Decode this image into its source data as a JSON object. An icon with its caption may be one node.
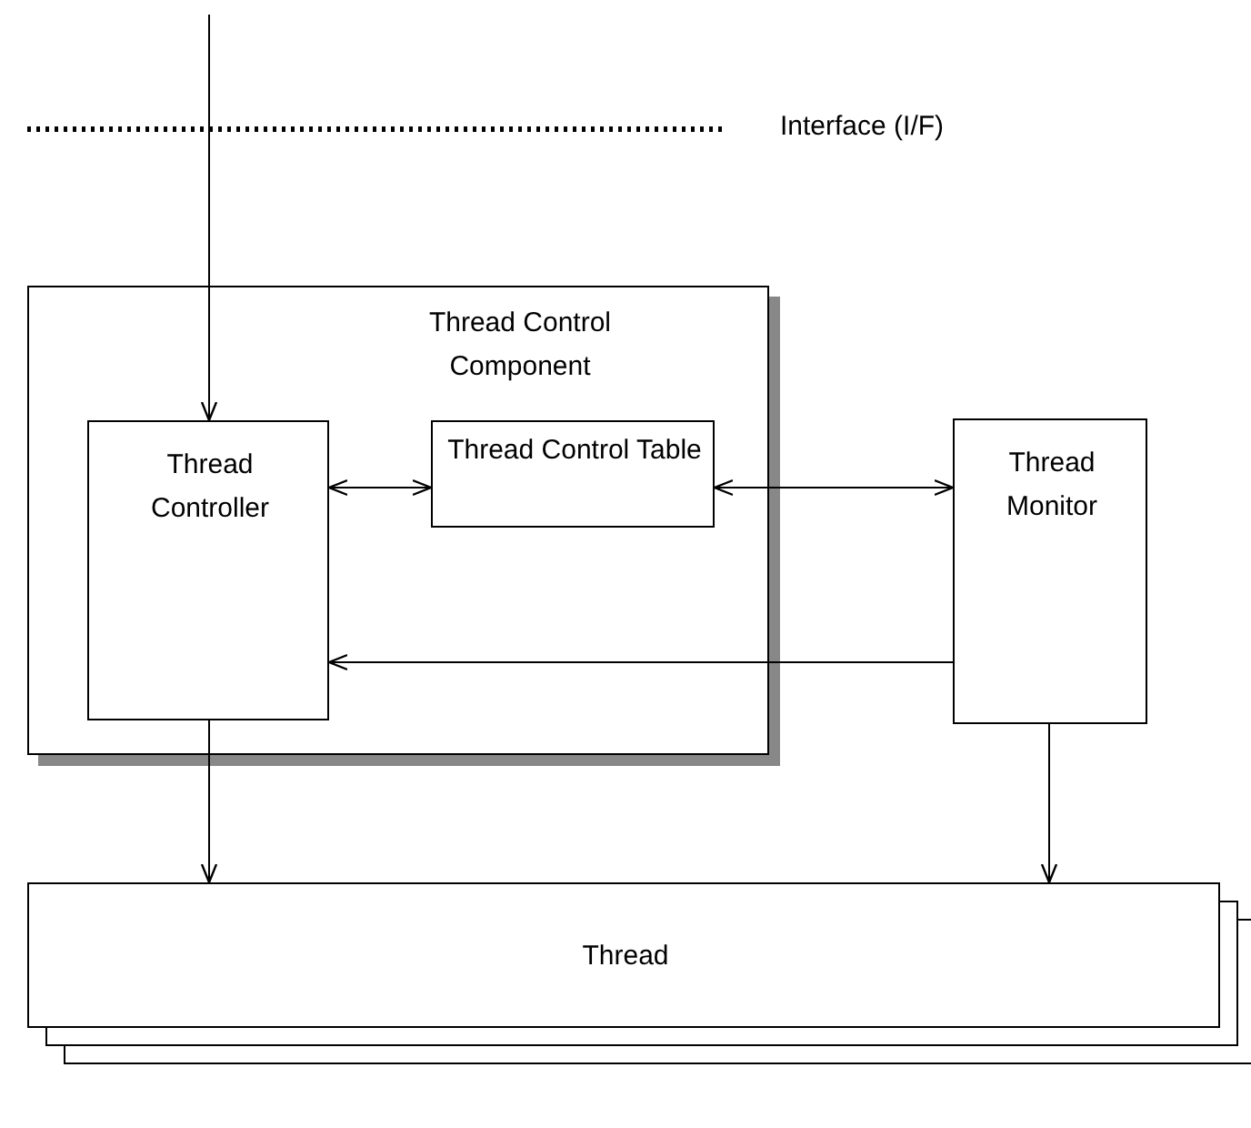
{
  "diagram": {
    "nodes": [
      {
        "text": [
          "Thread Control Component"
        ]
      },
      {
        "text": [
          "Thread Controller"
        ],
        "in": 0
      },
      {
        "text": [
          "Thread Control Table"
        ],
        "in": 0
      },
      {
        "text": [
          "Thread Monitor"
        ]
      },
      {
        "text": [
          "Thread"
        ]
      }
    ],
    "edges": [
      {
        "from": null,
        "to": 1,
        "arrow": "to"
      },
      {
        "from": 1,
        "to": 2,
        "arrow": "both"
      },
      {
        "from": 2,
        "to": 3,
        "arrow": "both"
      },
      {
        "from": 3,
        "to": 1,
        "arrow": "to"
      },
      {
        "from": 1,
        "to": 4,
        "arrow": "to"
      },
      {
        "from": 3,
        "to": 4,
        "arrow": "to"
      }
    ],
    "labels": [
      "Interface (I/F)"
    ]
  }
}
